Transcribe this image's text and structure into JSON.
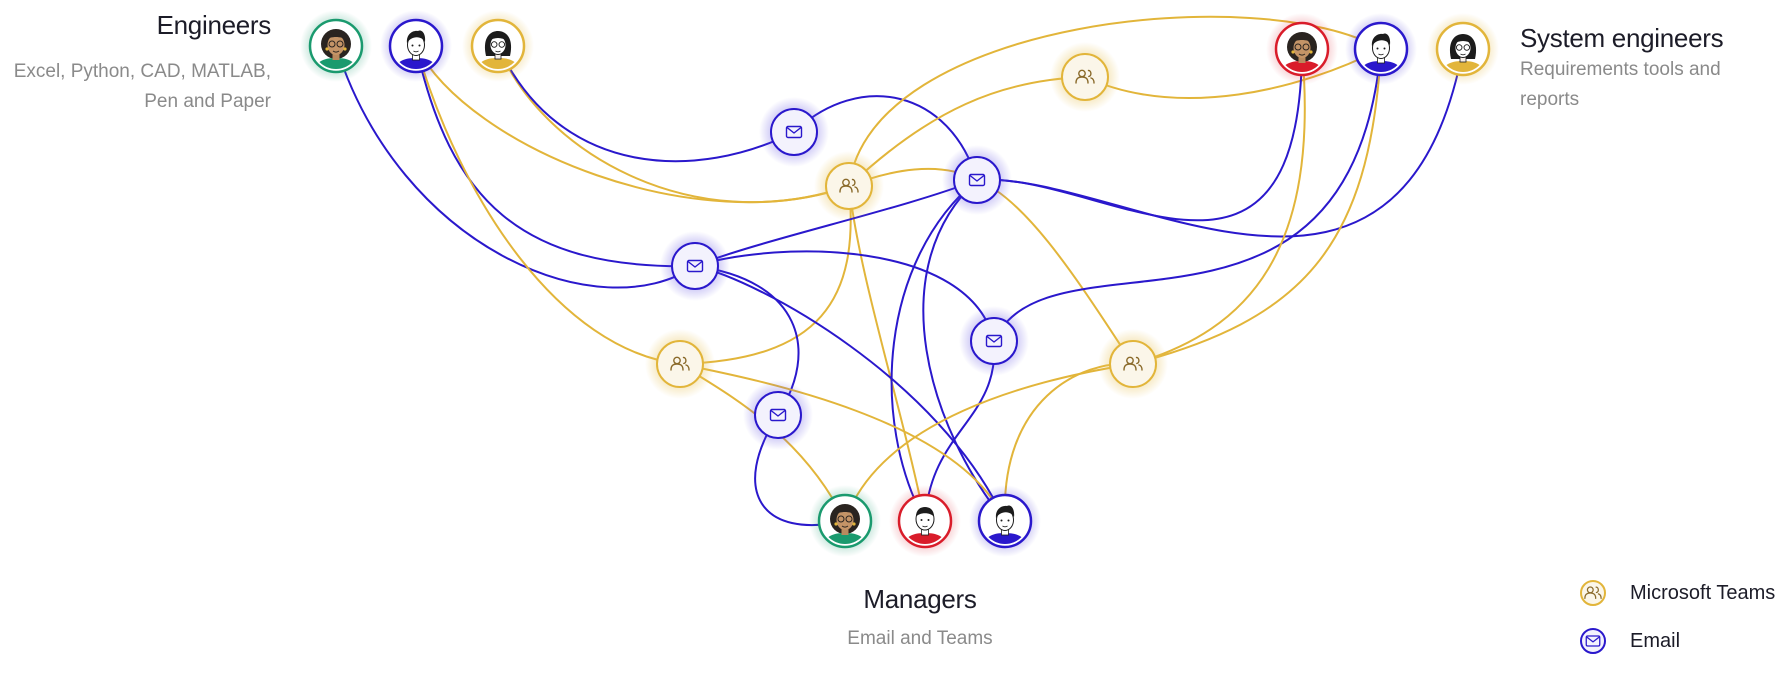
{
  "groups": {
    "engineers": {
      "title": "Engineers",
      "subtitle": "Excel, Python, CAD, MATLAB, Pen and Paper"
    },
    "system_engineers": {
      "title": "System engineers",
      "subtitle": "Requirements tools and reports"
    },
    "managers": {
      "title": "Managers",
      "subtitle": "Email and Teams"
    }
  },
  "legend": {
    "teams_label": "Microsoft Teams",
    "email_label": "Email"
  },
  "colors": {
    "teams": "#e2b53a",
    "teams_icon": "#8a6a2a",
    "teams_fill": "#fbf6e9",
    "email": "#2a18cc",
    "email_fill": "#f3f2fd",
    "avatar_green": "#1a9a6e",
    "avatar_red": "#d91c2a",
    "avatar_blue": "#2a18cc",
    "avatar_gold": "#e2b53a"
  },
  "avatars": [
    {
      "id": "eng-1",
      "group": "engineers",
      "person": "woman-curly",
      "ring": "green"
    },
    {
      "id": "eng-2",
      "group": "engineers",
      "person": "man",
      "ring": "blue"
    },
    {
      "id": "eng-3",
      "group": "engineers",
      "person": "woman-glasses",
      "ring": "gold"
    },
    {
      "id": "sys-1",
      "group": "system_engineers",
      "person": "woman-curly",
      "ring": "red"
    },
    {
      "id": "sys-2",
      "group": "system_engineers",
      "person": "man",
      "ring": "blue"
    },
    {
      "id": "sys-3",
      "group": "system_engineers",
      "person": "woman-glasses",
      "ring": "gold"
    },
    {
      "id": "mgr-1",
      "group": "managers",
      "person": "woman-curly",
      "ring": "green"
    },
    {
      "id": "mgr-2",
      "group": "managers",
      "person": "man-bald",
      "ring": "red"
    },
    {
      "id": "mgr-3",
      "group": "managers",
      "person": "man",
      "ring": "blue"
    }
  ],
  "channel_nodes": [
    {
      "id": "t1",
      "type": "teams"
    },
    {
      "id": "t2",
      "type": "teams"
    },
    {
      "id": "t3",
      "type": "teams"
    },
    {
      "id": "t4",
      "type": "teams"
    },
    {
      "id": "e1",
      "type": "email"
    },
    {
      "id": "e2",
      "type": "email"
    },
    {
      "id": "e3",
      "type": "email"
    },
    {
      "id": "e4",
      "type": "email"
    },
    {
      "id": "e5",
      "type": "email"
    }
  ],
  "connections": [
    {
      "type": "email",
      "from": "eng-1",
      "to": "e2"
    },
    {
      "type": "email",
      "from": "eng-2",
      "to": "e2"
    },
    {
      "type": "teams",
      "from": "eng-2",
      "to": "t3"
    },
    {
      "type": "teams",
      "from": "eng-2",
      "to": "t2"
    },
    {
      "type": "teams",
      "from": "eng-3",
      "to": "t2"
    },
    {
      "type": "email",
      "from": "eng-3",
      "to": "e1"
    },
    {
      "type": "email",
      "from": "e1",
      "to": "e3"
    },
    {
      "type": "teams",
      "from": "t2",
      "to": "t1"
    },
    {
      "type": "teams",
      "from": "t2",
      "to": "sys-2"
    },
    {
      "type": "teams",
      "from": "t2",
      "to": "e3"
    },
    {
      "type": "teams",
      "from": "t1",
      "to": "sys-2"
    },
    {
      "type": "teams",
      "from": "t2",
      "to": "t3"
    },
    {
      "type": "teams",
      "from": "t2",
      "to": "mgr-2"
    },
    {
      "type": "email",
      "from": "e3",
      "to": "e2"
    },
    {
      "type": "email",
      "from": "e3",
      "to": "sys-1"
    },
    {
      "type": "email",
      "from": "e3",
      "to": "sys-3"
    },
    {
      "type": "email",
      "from": "e3",
      "to": "mgr-2"
    },
    {
      "type": "email",
      "from": "e3",
      "to": "mgr-3"
    },
    {
      "type": "teams",
      "from": "e3",
      "to": "t4"
    },
    {
      "type": "email",
      "from": "e2",
      "to": "e4"
    },
    {
      "type": "email",
      "from": "e2",
      "to": "e5"
    },
    {
      "type": "email",
      "from": "e2",
      "to": "mgr-3"
    },
    {
      "type": "email",
      "from": "e4",
      "to": "mgr-2"
    },
    {
      "type": "email",
      "from": "e4",
      "to": "sys-2"
    },
    {
      "type": "teams",
      "from": "t3",
      "to": "mgr-1"
    },
    {
      "type": "teams",
      "from": "t3",
      "to": "mgr-3"
    },
    {
      "type": "teams",
      "from": "t4",
      "to": "mgr-1"
    },
    {
      "type": "teams",
      "from": "t4",
      "to": "mgr-3"
    },
    {
      "type": "teams",
      "from": "t4",
      "to": "sys-1"
    },
    {
      "type": "teams",
      "from": "t4",
      "to": "sys-2"
    },
    {
      "type": "email",
      "from": "e5",
      "to": "mgr-1"
    }
  ]
}
